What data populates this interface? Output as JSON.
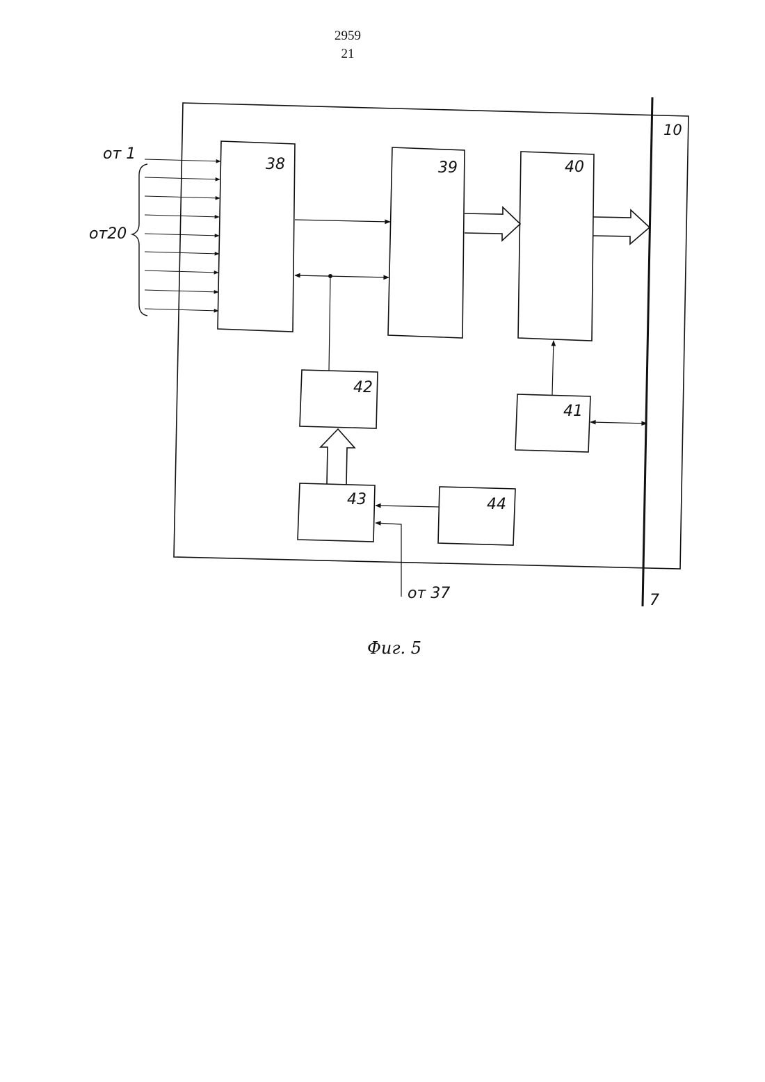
{
  "page": {
    "number_top": "2959",
    "number_bottom": "21"
  },
  "diagram": {
    "blocks": [
      {
        "id": "38",
        "label": "38"
      },
      {
        "id": "39",
        "label": "39"
      },
      {
        "id": "40",
        "label": "40"
      },
      {
        "id": "41",
        "label": "41"
      },
      {
        "id": "42",
        "label": "42"
      },
      {
        "id": "43",
        "label": "43"
      },
      {
        "id": "44",
        "label": "44"
      }
    ],
    "frame_label": "10",
    "bus_label": "7",
    "input_from_1": "от 1",
    "input_from_20": "от20",
    "input_from_37": "от 37",
    "caption": "Фиг. 5"
  }
}
